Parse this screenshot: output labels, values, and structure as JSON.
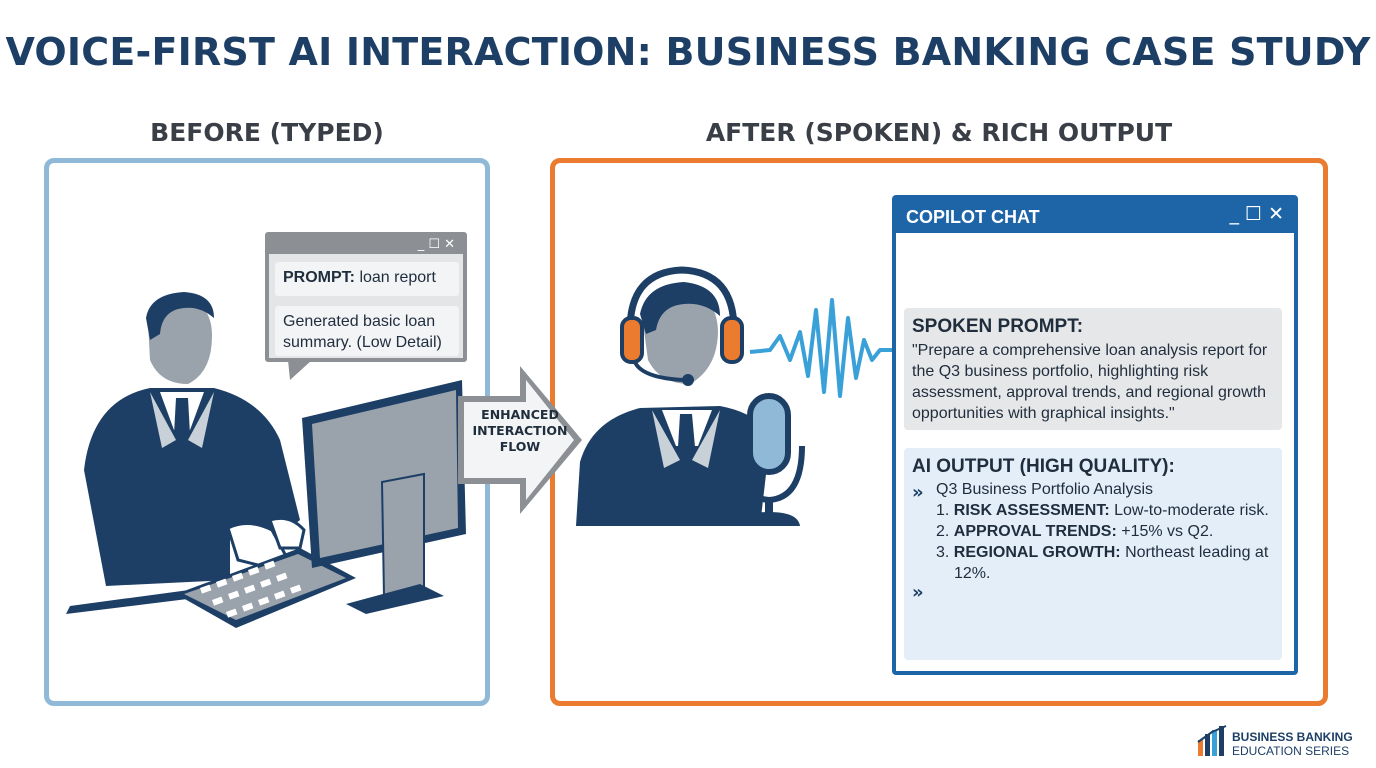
{
  "title": "VOICE-FIRST AI INTERACTION: BUSINESS BANKING CASE STUDY",
  "before": {
    "heading": "BEFORE (TYPED)",
    "window": {
      "prompt_label": "PROMPT:",
      "prompt_text": "loan report",
      "result_line1": "Generated basic loan",
      "result_line2": "summary. (Low Detail)"
    }
  },
  "flow": {
    "line1": "ENHANCED",
    "line2": "INTERACTION",
    "line3": "FLOW"
  },
  "after": {
    "heading": "AFTER (SPOKEN) & RICH OUTPUT",
    "copilot": {
      "title": "COPILOT CHAT",
      "controls": "_ ☐ ✕",
      "spoken_heading": "SPOKEN PROMPT:",
      "spoken_lines": [
        "\"Prepare a comprehensive loan analysis report for",
        "the Q3 business portfolio, highlighting risk",
        "assessment, approval trends, and regional growth",
        "opportunities with graphical insights.\""
      ],
      "output_heading": "AI OUTPUT (HIGH QUALITY):",
      "output_title": "Q3 Business Portfolio Analysis",
      "items": [
        {
          "num": "1.",
          "label": "RISK ASSESSMENT:",
          "text": "Low-to-moderate risk."
        },
        {
          "num": "2.",
          "label": "APPROVAL TRENDS:",
          "text": "+15% vs Q2."
        },
        {
          "num": "3.",
          "label": "REGIONAL GROWTH:",
          "text": "Northeast leading at",
          "text2": "12%."
        }
      ]
    }
  },
  "icons": {
    "chevron": "»",
    "small_window_controls": "_ ☐ ✕"
  },
  "footer": {
    "line1": "BUSINESS BANKING",
    "line2": "EDUCATION SERIES"
  },
  "colors": {
    "navy": "#1d3f66",
    "blue_accent": "#1e65a8",
    "orange_accent": "#ea7b2f",
    "light_blue_border": "#8fb9d6",
    "wave_blue": "#3aa0d8"
  }
}
